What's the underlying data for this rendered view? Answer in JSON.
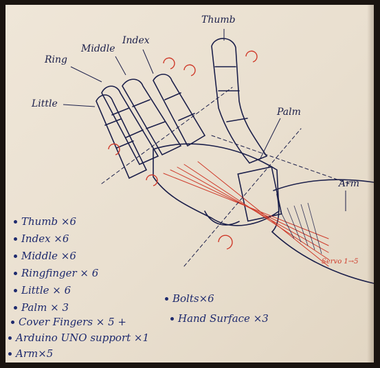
{
  "labels": {
    "thumb": "Thumb",
    "index": "Index",
    "middle": "Middle",
    "ring": "Ring",
    "little": "Little",
    "palm": "Palm",
    "arm": "Arm",
    "servo": "Servo 1→5"
  },
  "parts_list": [
    {
      "text": "Thumb ×6"
    },
    {
      "text": "Index ×6"
    },
    {
      "text": "Middle ×6"
    },
    {
      "text": "Ringfinger × 6"
    },
    {
      "text": "Little × 6"
    },
    {
      "text": "Palm × 3"
    },
    {
      "text": "Cover Fingers × 5 +"
    },
    {
      "text": "Arduino UNO support ×1"
    },
    {
      "text": "Arm×5"
    }
  ],
  "parts_list_right": [
    {
      "text": "Bolts×6"
    },
    {
      "text": "Hand Surface ×3"
    }
  ],
  "colors": {
    "ink": "#1e2a6e",
    "accent": "#cf3a2a",
    "paper": "#ece3d4"
  }
}
